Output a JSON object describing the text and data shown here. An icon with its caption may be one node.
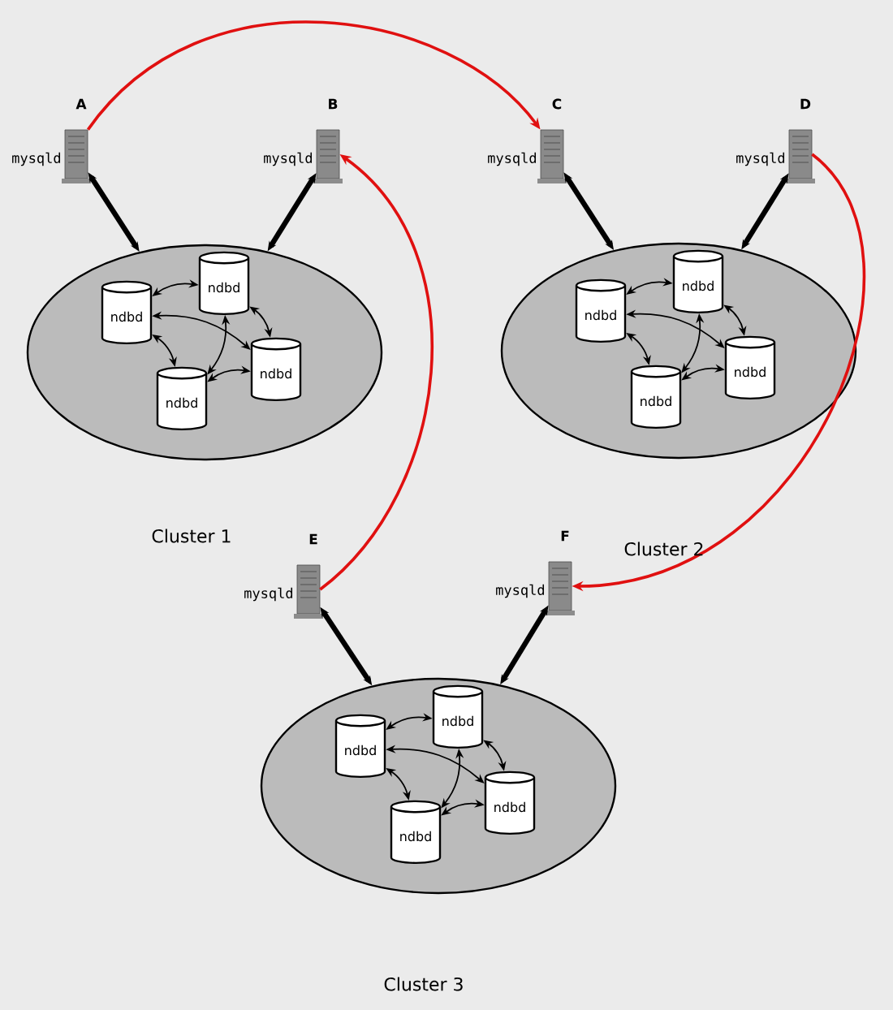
{
  "diagram": {
    "nodes": [
      {
        "text": [],
        "shape": "server",
        "beside": [
          "A",
          "mysqld"
        ]
      },
      {
        "text": [],
        "shape": "server",
        "beside": [
          "B",
          "mysqld"
        ]
      },
      {
        "text": [],
        "shape": "server",
        "beside": [
          "C",
          "mysqld"
        ]
      },
      {
        "text": [],
        "shape": "server",
        "beside": [
          "D",
          "mysqld"
        ]
      },
      {
        "text": [],
        "shape": "ellipse"
      },
      {
        "text": [
          "ndbd"
        ],
        "in": 4
      },
      {
        "text": [
          "ndbd"
        ],
        "in": 4
      },
      {
        "text": [
          "ndbd"
        ],
        "in": 4
      },
      {
        "text": [
          "ndbd"
        ],
        "in": 4
      },
      {
        "text": [],
        "shape": "ellipse"
      },
      {
        "text": [
          "ndbd"
        ],
        "in": 9
      },
      {
        "text": [
          "ndbd"
        ],
        "in": 9
      },
      {
        "text": [
          "ndbd"
        ],
        "in": 9
      },
      {
        "text": [
          "ndbd"
        ],
        "in": 9
      },
      {
        "text": [],
        "shape": "server",
        "beside": [
          "E",
          "mysqld"
        ]
      },
      {
        "text": [],
        "shape": "server",
        "beside": [
          "F",
          "mysqld"
        ]
      },
      {
        "text": [],
        "shape": "ellipse"
      },
      {
        "text": [
          "ndbd"
        ],
        "in": 16
      },
      {
        "text": [
          "ndbd"
        ],
        "in": 16
      },
      {
        "text": [
          "ndbd"
        ],
        "in": 16
      },
      {
        "text": [
          "ndbd"
        ],
        "in": 16
      }
    ],
    "edges": [
      {
        "from": 0,
        "to": 2,
        "arrow": "to",
        "color": "#e01010"
      },
      {
        "from": 14,
        "to": 1,
        "arrow": "to",
        "color": "#e01010"
      },
      {
        "from": 3,
        "to": 15,
        "arrow": "to",
        "color": "#e01010"
      },
      {
        "from": 0,
        "to": 4,
        "arrow": "both",
        "style": "thick"
      },
      {
        "from": 1,
        "to": 4,
        "arrow": "both",
        "style": "thick"
      },
      {
        "from": 2,
        "to": 9,
        "arrow": "both",
        "style": "thick"
      },
      {
        "from": 3,
        "to": 9,
        "arrow": "both",
        "style": "thick"
      },
      {
        "from": 14,
        "to": 16,
        "arrow": "both",
        "style": "thick"
      },
      {
        "from": 15,
        "to": 16,
        "arrow": "both",
        "style": "thick"
      },
      {
        "from": 6,
        "to": 5,
        "arrow": "both"
      },
      {
        "from": 5,
        "to": 7,
        "arrow": "both"
      },
      {
        "from": 6,
        "to": 7,
        "arrow": "both"
      },
      {
        "from": 5,
        "to": 8,
        "arrow": "both"
      },
      {
        "from": 6,
        "to": 8,
        "arrow": "both"
      },
      {
        "from": 8,
        "to": 7,
        "arrow": "both"
      },
      {
        "from": 11,
        "to": 10,
        "arrow": "both"
      },
      {
        "from": 10,
        "to": 12,
        "arrow": "both"
      },
      {
        "from": 11,
        "to": 12,
        "arrow": "both"
      },
      {
        "from": 10,
        "to": 13,
        "arrow": "both"
      },
      {
        "from": 11,
        "to": 13,
        "arrow": "both"
      },
      {
        "from": 13,
        "to": 12,
        "arrow": "both"
      },
      {
        "from": 18,
        "to": 17,
        "arrow": "both"
      },
      {
        "from": 17,
        "to": 19,
        "arrow": "both"
      },
      {
        "from": 18,
        "to": 19,
        "arrow": "both"
      },
      {
        "from": 17,
        "to": 20,
        "arrow": "both"
      },
      {
        "from": 18,
        "to": 20,
        "arrow": "both"
      },
      {
        "from": 20,
        "to": 19,
        "arrow": "both"
      }
    ],
    "labels": [
      "Cluster 1",
      "Cluster 2",
      "Cluster 3"
    ]
  }
}
